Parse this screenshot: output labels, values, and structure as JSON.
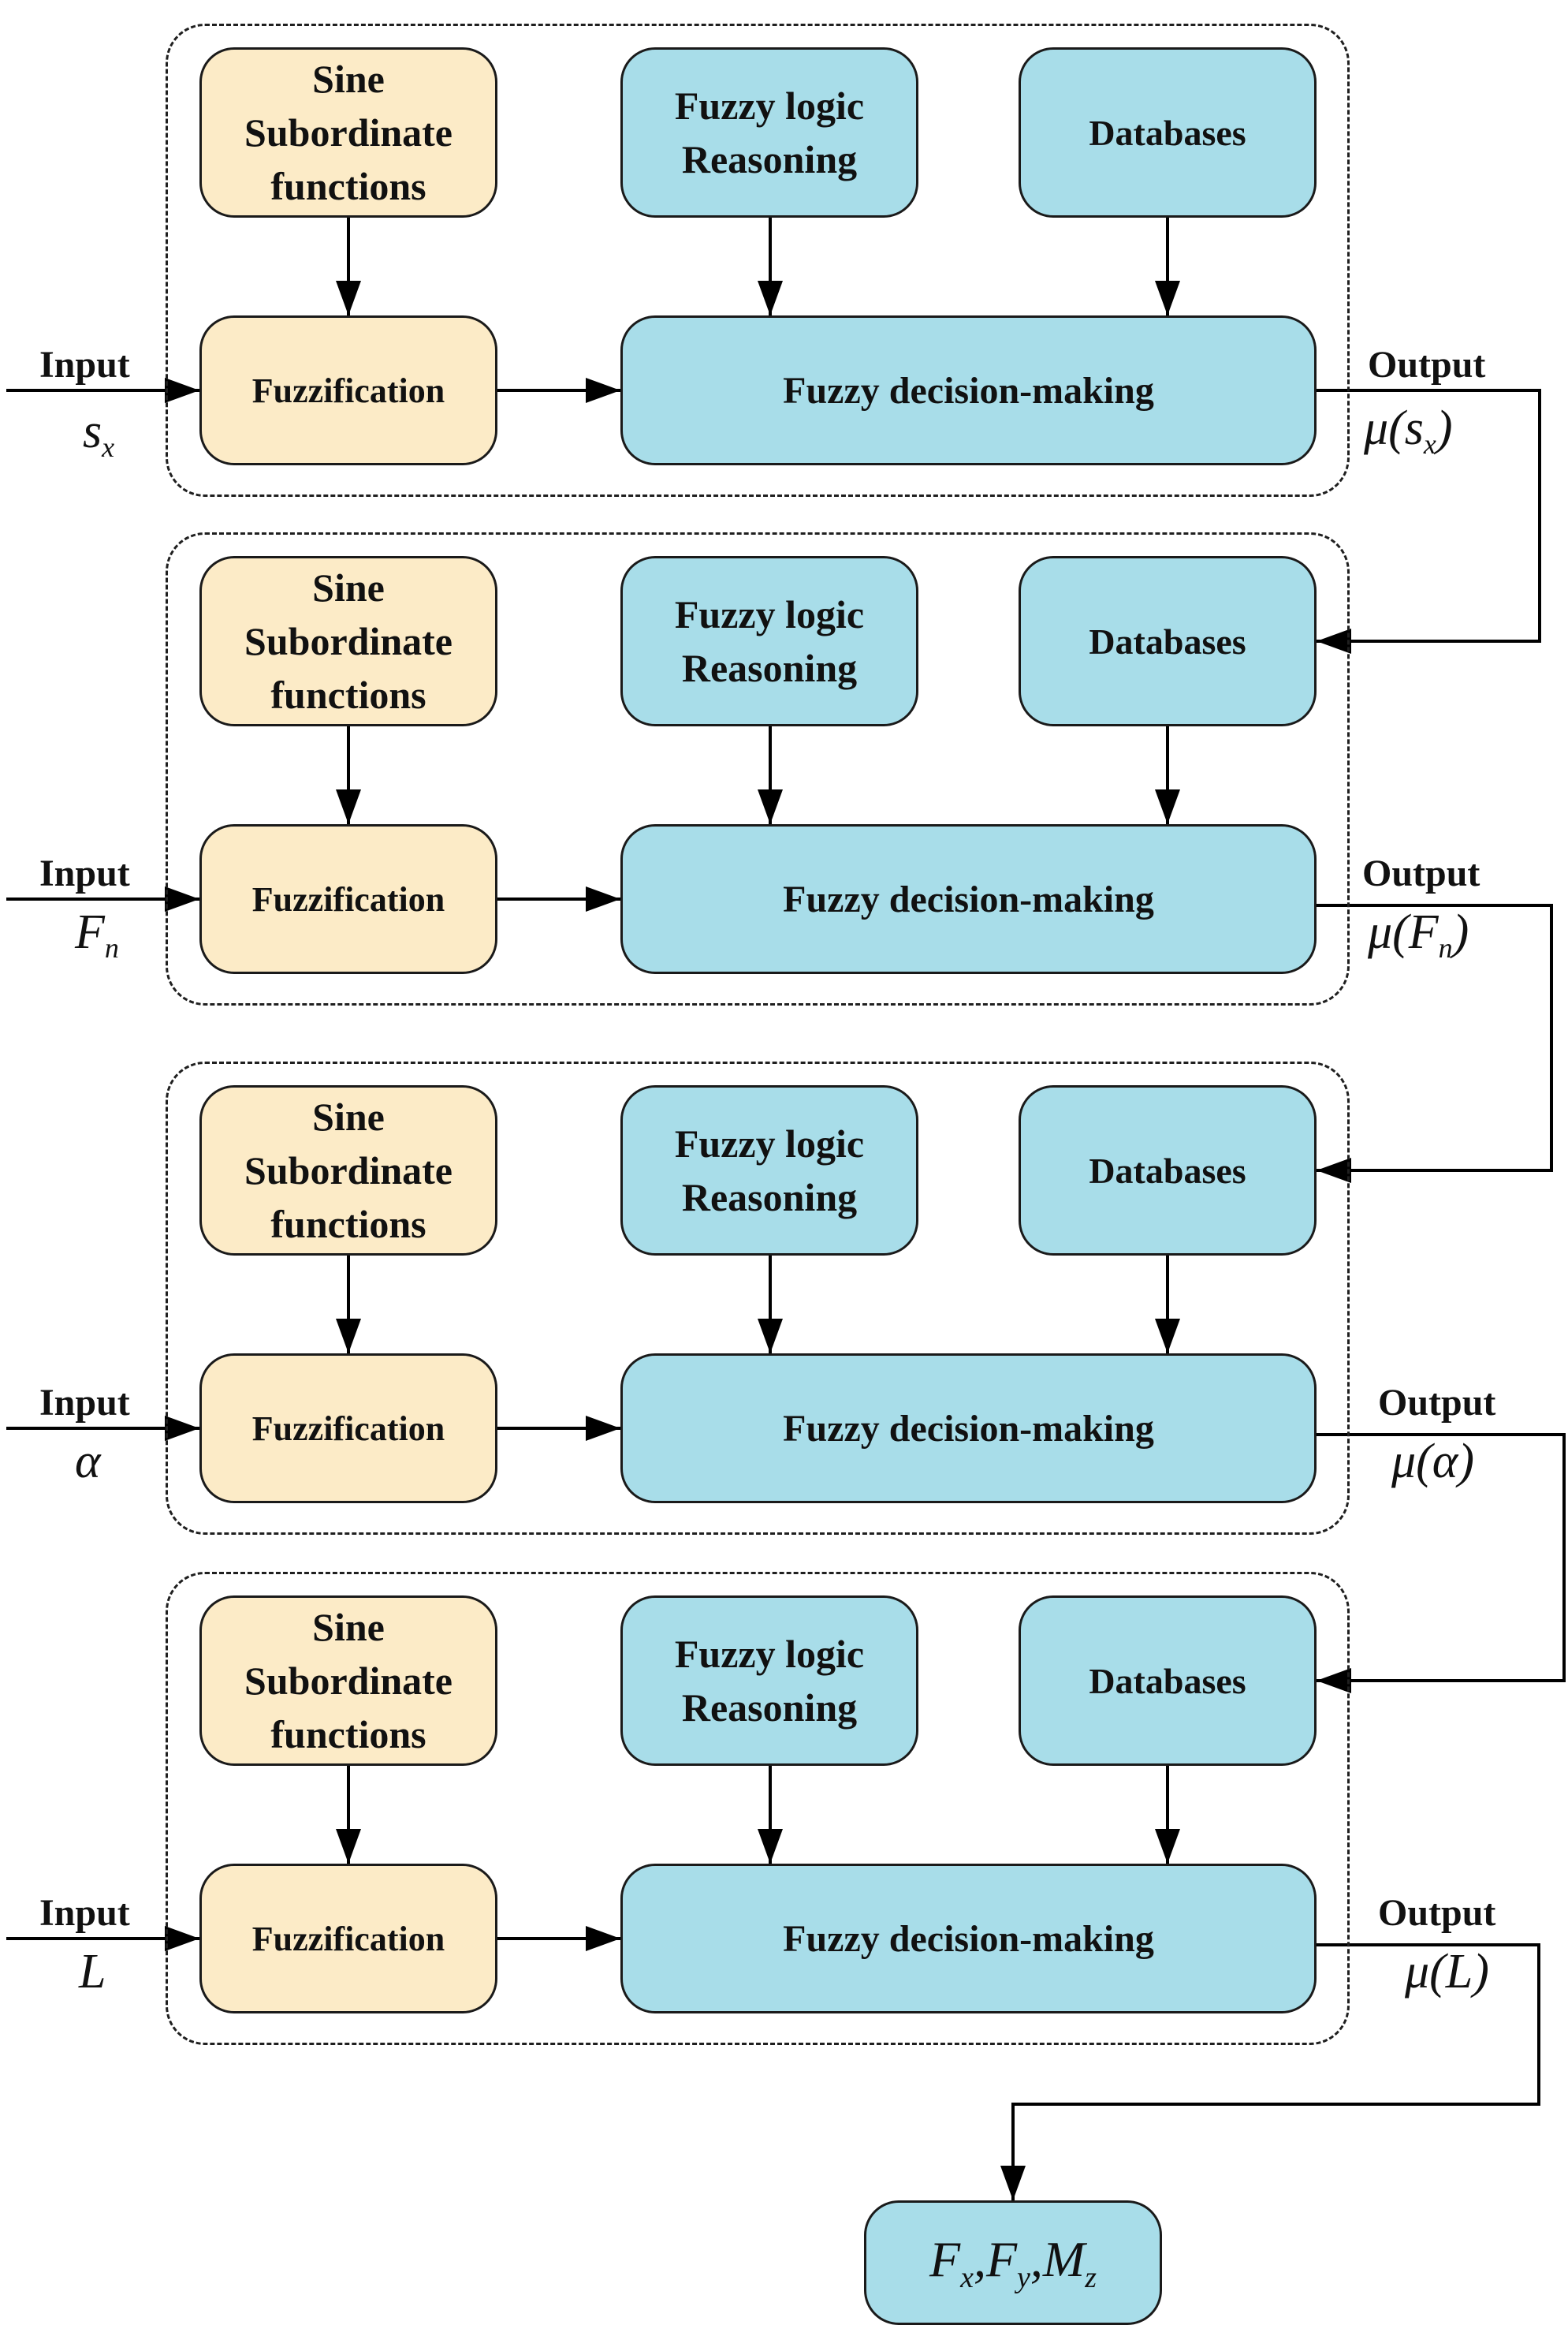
{
  "stages": [
    {
      "sine": [
        "Sine",
        "Subordinate",
        "functions"
      ],
      "fuzzy_logic": [
        "Fuzzy logic",
        "Reasoning"
      ],
      "databases": "Databases",
      "fuzzification": "Fuzzification",
      "decision": "Fuzzy decision-making",
      "input_label": "Input",
      "input_var": "s",
      "input_sub": "x",
      "output_label": "Output",
      "output_expr": "μ(s",
      "output_sub": "x",
      "output_close": ")"
    },
    {
      "sine": [
        "Sine",
        "Subordinate",
        "functions"
      ],
      "fuzzy_logic": [
        "Fuzzy logic",
        "Reasoning"
      ],
      "databases": "Databases",
      "fuzzification": "Fuzzification",
      "decision": "Fuzzy decision-making",
      "input_label": "Input",
      "input_var": "F",
      "input_sub": "n",
      "output_label": "Output",
      "output_expr": "μ(F",
      "output_sub": "n",
      "output_close": ")"
    },
    {
      "sine": [
        "Sine",
        "Subordinate",
        "functions"
      ],
      "fuzzy_logic": [
        "Fuzzy logic",
        "Reasoning"
      ],
      "databases": "Databases",
      "fuzzification": "Fuzzification",
      "decision": "Fuzzy decision-making",
      "input_label": "Input",
      "input_var": "α",
      "input_sub": "",
      "output_label": "Output",
      "output_expr": "μ(α",
      "output_sub": "",
      "output_close": ")"
    },
    {
      "sine": [
        "Sine",
        "Subordinate",
        "functions"
      ],
      "fuzzy_logic": [
        "Fuzzy logic",
        "Reasoning"
      ],
      "databases": "Databases",
      "fuzzification": "Fuzzification",
      "decision": "Fuzzy decision-making",
      "input_label": "Input",
      "input_var": "L",
      "input_sub": "",
      "output_label": "Output",
      "output_expr": "μ(L",
      "output_sub": "",
      "output_close": ")"
    }
  ],
  "final": {
    "parts": [
      {
        "v": "F",
        "s": "x"
      },
      {
        "v": ",F",
        "s": "y"
      },
      {
        "v": ",M",
        "s": "z"
      }
    ]
  }
}
